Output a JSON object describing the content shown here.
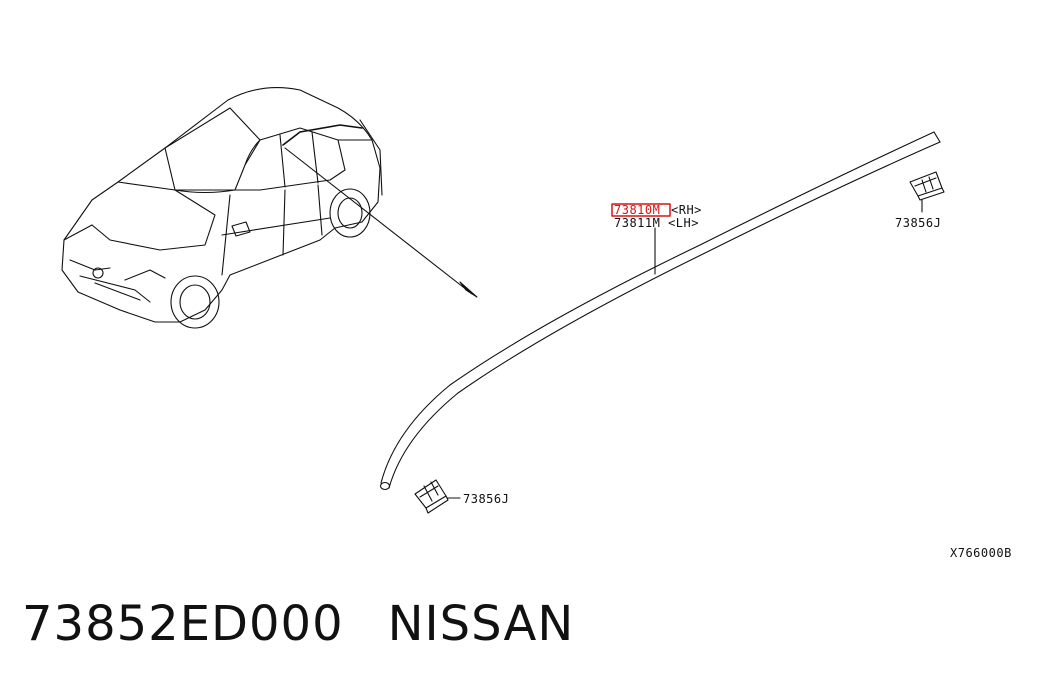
{
  "diagram": {
    "parts": {
      "molding_rh": "73810M",
      "molding_rh_suffix": "<RH>",
      "molding_lh": "73811M <LH>",
      "clip_rear": "73856J",
      "clip_front": "73856J"
    },
    "code": "X766000B"
  },
  "caption": {
    "part_number": "73852ED000",
    "brand": "NISSAN"
  },
  "colors": {
    "highlight": "#dd1111",
    "line": "#111111"
  }
}
